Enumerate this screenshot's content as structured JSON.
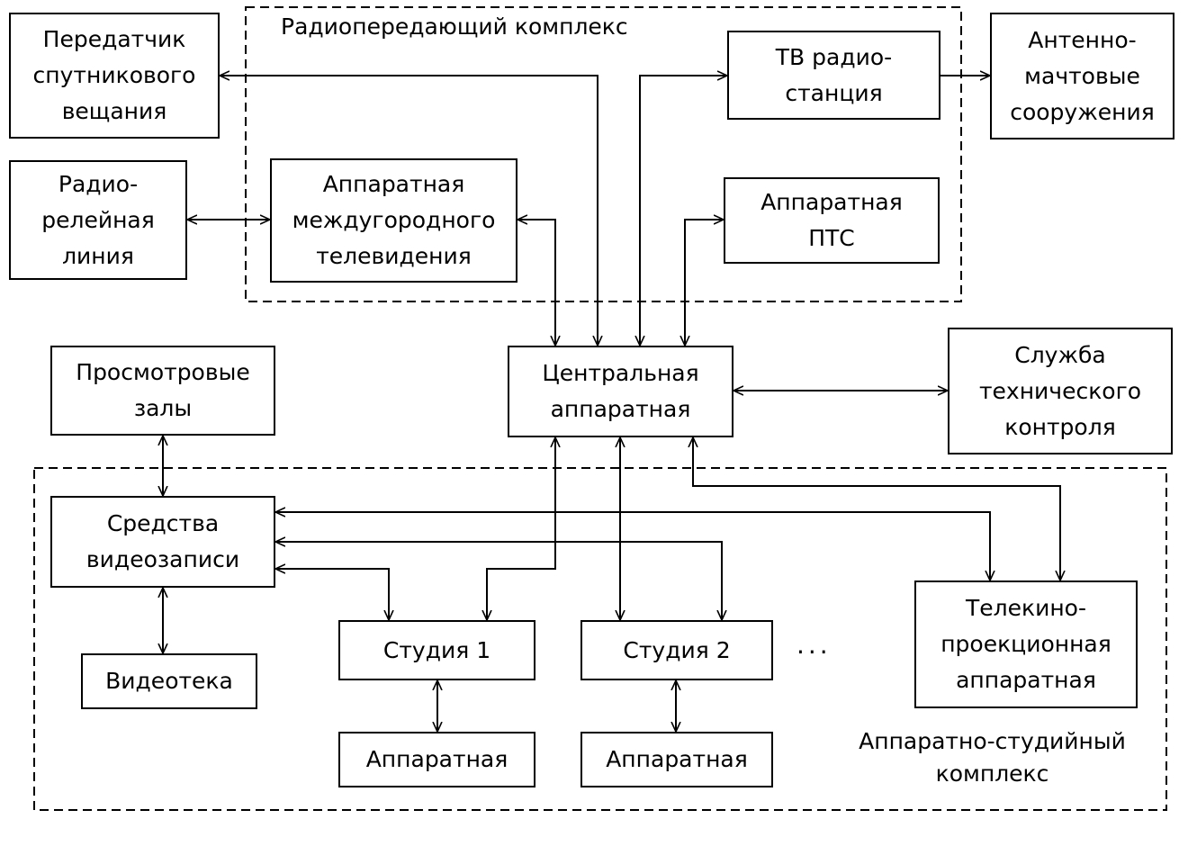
{
  "regions": {
    "radio_complex": "Радиопередающий комплекс",
    "studio_complex": "Аппаратно-студийный\nкомплекс"
  },
  "blocks": {
    "satellite_transmitter": "Передатчик\nспутникового\nвещания",
    "radio_relay": "Радио-\nрелейная\nлиния",
    "intercity_tv": "Аппаратная\nмеждугородного\nтелевидения",
    "tv_station": "ТВ радио-\nстанция",
    "antenna": "Антенно-\nмачтовые\nсооружения",
    "pts": "Аппаратная\nПТС",
    "central": "Центральная\nаппаратная",
    "tech_control": "Служба\nтехнического\nконтроля",
    "viewing_halls": "Просмотровые\nзалы",
    "video_recording": "Средства\nвидеозаписи",
    "video_library": "Видеотека",
    "studio1": "Студия 1",
    "studio2": "Студия 2",
    "ellipsis": "...",
    "telecine": "Телекино-\nпроекционная\nаппаратная",
    "control_room1": "Аппаратная",
    "control_room2": "Аппаратная"
  }
}
